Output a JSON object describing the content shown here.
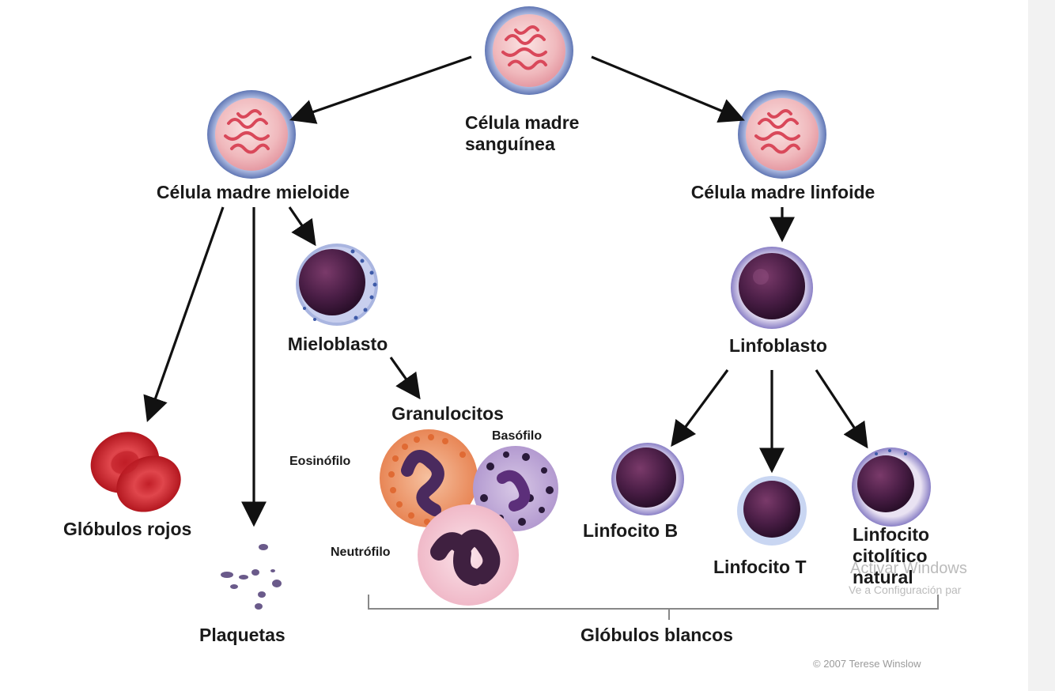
{
  "labels": {
    "stem_cell": "Célula madre sanguínea",
    "myeloid_stem_cell": "Célula madre mieloide",
    "lymphoid_stem_cell": "Célula madre linfoide",
    "myeloblast": "Mieloblasto",
    "lymphoblast": "Linfoblasto",
    "granulocytes": "Granulocitos",
    "eosinophil": "Eosinófilo",
    "basophil": "Basófilo",
    "neutrophil": "Neutrófilo",
    "red_blood_cells": "Glóbulos rojos",
    "platelets": "Plaquetas",
    "b_lymphocyte": "Linfocito B",
    "t_lymphocyte": "Linfocito T",
    "nk_cell": "Linfocito citolítico natural",
    "white_blood_cells": "Glóbulos blancos"
  },
  "credit": "© 2007 Terese Winslow",
  "watermark": {
    "line1": "Activar Windows",
    "line2": "Ve a Configuración par"
  },
  "colors": {
    "stem_membrane": "#8a9fd0",
    "stem_cytoplasm": "#f1c4c4",
    "stem_nucleus": "#e86a78",
    "red_cell": "#d9323a",
    "dark_nucleus": "#3b1838",
    "arrow": "#111111"
  }
}
